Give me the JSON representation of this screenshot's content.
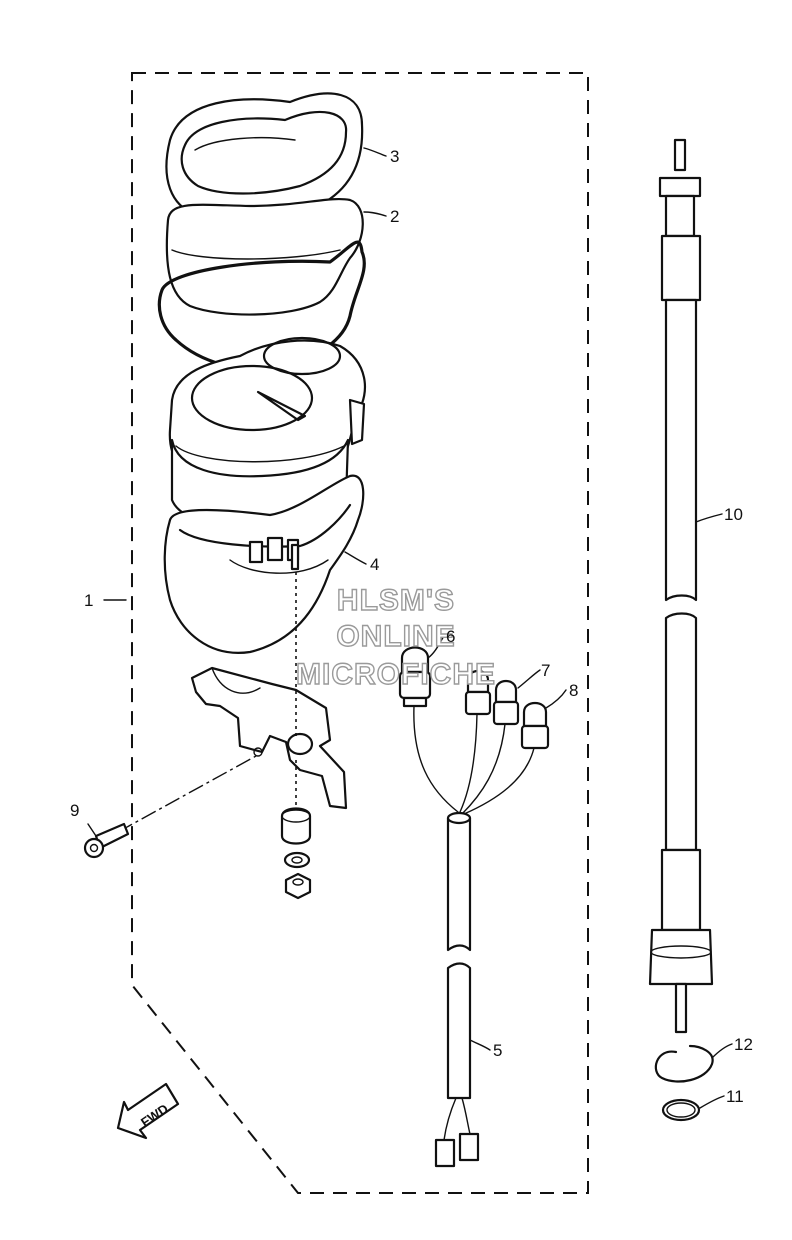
{
  "callouts": {
    "c1": "1",
    "c2": "2",
    "c3": "3",
    "c4": "4",
    "c5": "5",
    "c6": "6",
    "c7": "7",
    "c8": "8",
    "c9": "9",
    "c10": "10",
    "c11": "11",
    "c12": "12"
  },
  "watermark": {
    "line1": "HLSM'S",
    "line2": "ONLINE",
    "line3": "MICROFICHE"
  },
  "fwd_label": "FWD"
}
